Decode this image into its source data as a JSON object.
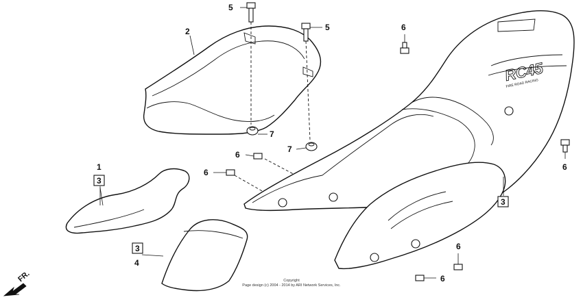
{
  "labels": {
    "part1": "1",
    "part2": "2",
    "part4": "4",
    "part5_top": "5",
    "part5_mid": "5",
    "part6_tr": "6",
    "part6_right": "6",
    "part6_mid_a": "6",
    "part6_mid_b": "6",
    "part6_bottom_a": "6",
    "part6_bottom_b": "6",
    "part7_a": "7",
    "part7_b": "7",
    "box_left": "3",
    "box_lower": "3",
    "box_right": "3"
  },
  "decal_text": "RC45",
  "decal_subtext": "FIRE ROAD RACING",
  "front_indicator": "FR.",
  "copyright": {
    "line1": "Copyright",
    "line2": "Page design (c) 2004 - 2014 by ARI Network Services, Inc."
  }
}
